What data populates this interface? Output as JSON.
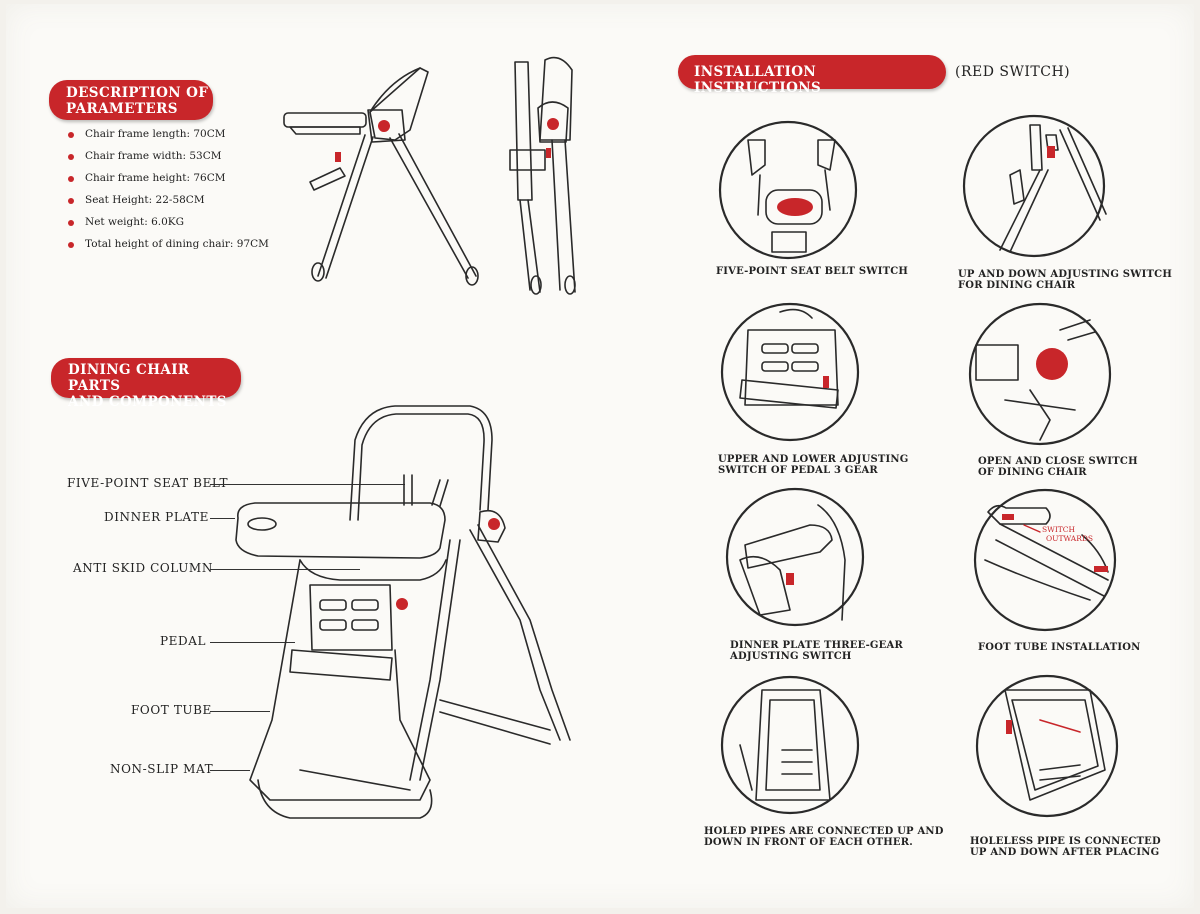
{
  "params_section": {
    "title_line1": "DESCRIPTION OF",
    "title_line2": "PARAMETERS",
    "items": [
      "Chair frame length: 70CM",
      "Chair frame width: 53CM",
      "Chair frame height: 76CM",
      "Seat Height: 22-58CM",
      "Net weight: 6.0KG",
      "Total height of dining chair: 97CM"
    ]
  },
  "parts_section": {
    "title_line1": "DINING CHAIR PARTS",
    "title_line2": "AND COMPONENTS",
    "labels": [
      "FIVE-POINT SEAT BELT",
      "DINNER PLATE",
      "ANTI SKID COLUMN",
      "PEDAL",
      "FOOT TUBE",
      "NON-SLIP MAT"
    ]
  },
  "install_section": {
    "title": "INSTALLATION INSTRUCTIONS",
    "subtitle": "(RED SWITCH)",
    "arrow_note_line1": "SWITCH",
    "arrow_note_line2": "OUTWARDS",
    "steps": [
      {
        "line1": "FIVE-POINT SEAT BELT SWITCH",
        "line2": ""
      },
      {
        "line1": "UP AND DOWN ADJUSTING SWITCH",
        "line2": "FOR DINING CHAIR"
      },
      {
        "line1": "UPPER AND LOWER ADJUSTING",
        "line2": "SWITCH OF PEDAL 3 GEAR"
      },
      {
        "line1": "OPEN AND CLOSE SWITCH",
        "line2": "OF DINING CHAIR"
      },
      {
        "line1": "DINNER PLATE THREE-GEAR",
        "line2": "ADJUSTING SWITCH"
      },
      {
        "line1": "FOOT TUBE INSTALLATION",
        "line2": ""
      },
      {
        "line1": "HOLED PIPES ARE CONNECTED UP AND",
        "line2": "DOWN IN FRONT OF EACH OTHER."
      },
      {
        "line1": "HOLELESS PIPE IS CONNECTED",
        "line2": "UP AND DOWN AFTER PLACING"
      }
    ]
  },
  "colors": {
    "accent_red": "#c8262a",
    "line": "#2a2a2a",
    "paper": "#fbfaf7"
  }
}
